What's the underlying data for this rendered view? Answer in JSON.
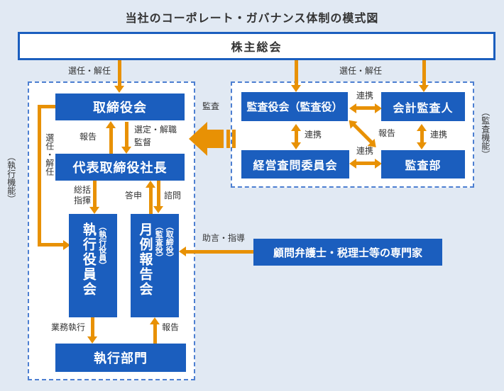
{
  "title": "当社のコーポレート・ガバナンス体制の模式図",
  "nodes": {
    "shareholders": {
      "label": "株主総会"
    },
    "board": {
      "label": "取締役会"
    },
    "president": {
      "label": "代表取締役社長"
    },
    "exec_council": {
      "title": "執行役員会",
      "annot": [
        "（執行役員）"
      ]
    },
    "monthly_report": {
      "title": "月例報告会",
      "annot": [
        "（取締役）",
        "（監査役）"
      ]
    },
    "exec_division": {
      "label": "執行部門"
    },
    "audit_board": {
      "label": "監査役会（監査役）"
    },
    "accounting_auditor": {
      "label": "会計監査人"
    },
    "advisory_committee": {
      "label": "経営査問委員会"
    },
    "audit_dept": {
      "label": "監査部"
    },
    "experts": {
      "label": "顧問弁護士・税理士等の専門家"
    }
  },
  "groups": {
    "execution": "（執行機能）",
    "audit": "（監査機能）"
  },
  "labels": {
    "appoint_dismiss_left": "選任・解任",
    "appoint_dismiss_right": "選任・解任",
    "appoint_dismiss_side": "選任・解任",
    "report_up": "報告",
    "select_dismiss": "選定・解職",
    "supervise": "監督",
    "audit_arrow": "監査",
    "command_1": "総括",
    "command_2": "指揮",
    "reply": "答申",
    "consult": "諮問",
    "cooperation_top": "連携",
    "cooperation_left": "連携",
    "cooperation_right": "連携",
    "cooperation_bottom": "連携",
    "report_diagonal": "報告",
    "advice": "助言・指導",
    "business_execution": "業務執行",
    "report_bottom": "報告"
  },
  "colors": {
    "background": "#e1e9f3",
    "node_blue": "#1b5ebe",
    "accent_orange": "#e89104",
    "dashed_border": "#4d7fd1",
    "text_dark": "#333333"
  }
}
